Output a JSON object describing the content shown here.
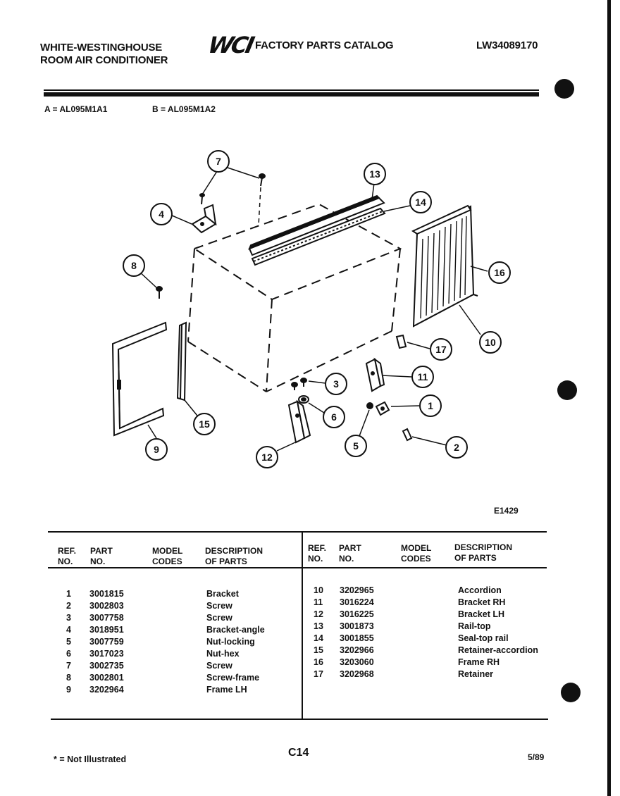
{
  "header": {
    "brand_line1": "WHITE-WESTINGHOUSE",
    "brand_line2": "ROOM AIR CONDITIONER",
    "logo_text": "WCI",
    "catalog_title": "FACTORY PARTS CATALOG",
    "catalog_number": "LW34089170"
  },
  "models": {
    "a": "A = AL095M1A1",
    "b": "B = AL095M1A2"
  },
  "diagram": {
    "code": "E1429",
    "callouts": [
      "1",
      "2",
      "3",
      "4",
      "5",
      "6",
      "7",
      "8",
      "9",
      "10",
      "11",
      "12",
      "13",
      "14",
      "15",
      "16",
      "17"
    ]
  },
  "table": {
    "headers": {
      "ref": [
        "REF.",
        "NO."
      ],
      "part": [
        "PART",
        "NO."
      ],
      "model": [
        "MODEL",
        "CODES"
      ],
      "desc": [
        "DESCRIPTION",
        "OF PARTS"
      ]
    },
    "left_rows": [
      {
        "ref": "1",
        "part": "3001815",
        "model": "",
        "desc": "Bracket"
      },
      {
        "ref": "2",
        "part": "3002803",
        "model": "",
        "desc": "Screw"
      },
      {
        "ref": "3",
        "part": "3007758",
        "model": "",
        "desc": "Screw"
      },
      {
        "ref": "4",
        "part": "3018951",
        "model": "",
        "desc": "Bracket-angle"
      },
      {
        "ref": "5",
        "part": "3007759",
        "model": "",
        "desc": "Nut-locking"
      },
      {
        "ref": "6",
        "part": "3017023",
        "model": "",
        "desc": "Nut-hex"
      },
      {
        "ref": "7",
        "part": "3002735",
        "model": "",
        "desc": "Screw"
      },
      {
        "ref": "8",
        "part": "3002801",
        "model": "",
        "desc": "Screw-frame"
      },
      {
        "ref": "9",
        "part": "3202964",
        "model": "",
        "desc": "Frame LH"
      }
    ],
    "right_rows": [
      {
        "ref": "10",
        "part": "3202965",
        "model": "",
        "desc": "Accordion"
      },
      {
        "ref": "11",
        "part": "3016224",
        "model": "",
        "desc": "Bracket RH"
      },
      {
        "ref": "12",
        "part": "3016225",
        "model": "",
        "desc": "Bracket LH"
      },
      {
        "ref": "13",
        "part": "3001873",
        "model": "",
        "desc": "Rail-top"
      },
      {
        "ref": "14",
        "part": "3001855",
        "model": "",
        "desc": "Seal-top rail"
      },
      {
        "ref": "15",
        "part": "3202966",
        "model": "",
        "desc": "Retainer-accordion"
      },
      {
        "ref": "16",
        "part": "3203060",
        "model": "",
        "desc": "Frame RH"
      },
      {
        "ref": "17",
        "part": "3202968",
        "model": "",
        "desc": "Retainer"
      }
    ]
  },
  "footer": {
    "note": "* = Not Illustrated",
    "page": "C14",
    "date": "5/89"
  }
}
